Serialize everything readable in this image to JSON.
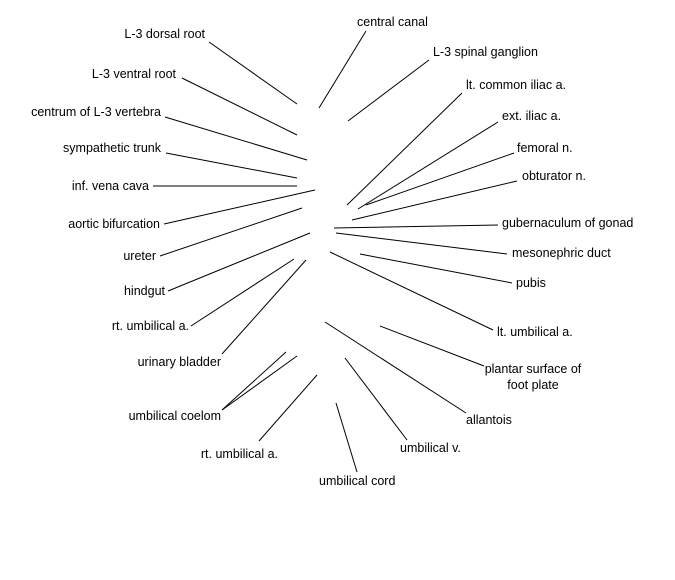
{
  "labels": {
    "l3_dorsal_root": "L-3 dorsal root",
    "central_canal": "central canal",
    "l3_spinal_ganglion": "L-3 spinal ganglion",
    "l3_ventral_root": "L-3 ventral root",
    "lt_common_iliac_a": "lt. common iliac a.",
    "centrum_l3_vertebra": "centrum of L-3 vertebra",
    "ext_iliac_a": "ext. iliac a.",
    "sympathetic_trunk": "sympathetic trunk",
    "femoral_n": "femoral n.",
    "inf_vena_cava": "inf. vena cava",
    "obturator_n": "obturator n.",
    "aortic_bifurcation": "aortic bifurcation",
    "gubernaculum_of_gonad": "gubernaculum of gonad",
    "ureter": "ureter",
    "mesonephric_duct": "mesonephric duct",
    "hindgut": "hindgut",
    "pubis": "pubis",
    "rt_umbilical_a_upper": "rt. umbilical a.",
    "lt_umbilical_a": "lt. umbilical a.",
    "urinary_bladder": "urinary bladder",
    "plantar_surface_line1": "plantar surface of",
    "plantar_surface_line2": "foot plate",
    "umbilical_coelom": "umbilical coelom",
    "allantois": "allantois",
    "umbilical_v": "umbilical v.",
    "rt_umbilical_a_lower": "rt. umbilical a.",
    "umbilical_cord": "umbilical cord"
  },
  "colors": {
    "line": "#000000",
    "text": "#000000",
    "background": "#ffffff"
  }
}
